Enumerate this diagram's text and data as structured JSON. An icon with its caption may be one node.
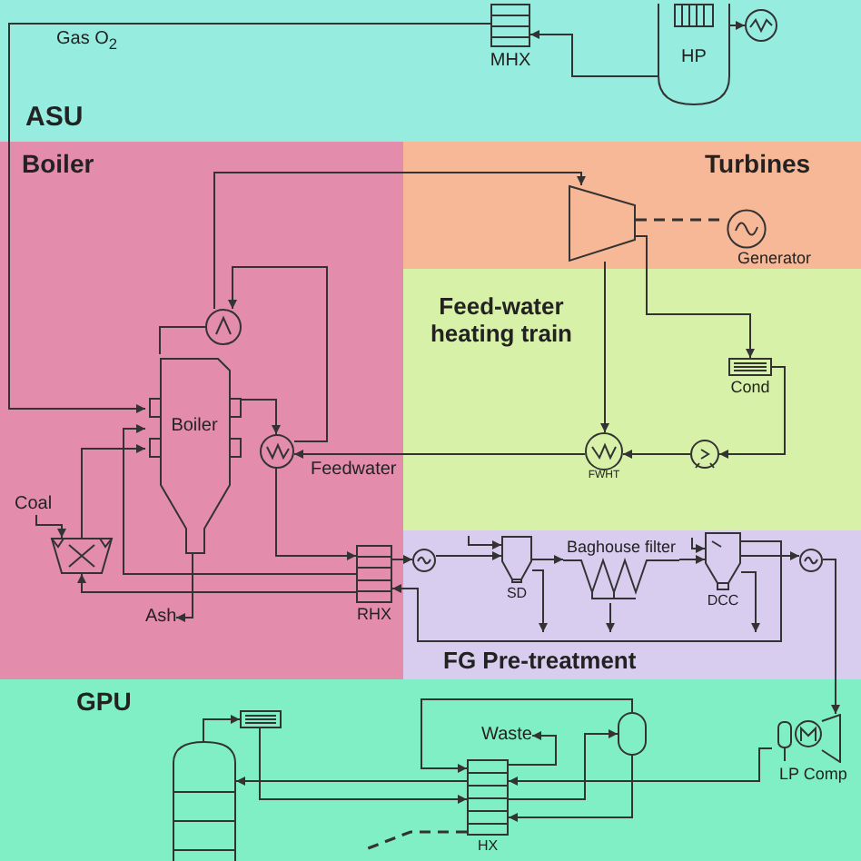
{
  "diagram": {
    "nodes": [
      {
        "text": [
          "ASU"
        ]
      },
      {
        "text": [
          "MHX"
        ],
        "in": 0
      },
      {
        "text": [
          "HP"
        ],
        "in": 0
      },
      {
        "text": [],
        "shape": "circle",
        "in": 0
      },
      {
        "text": [
          "Boiler"
        ]
      },
      {
        "text": [],
        "shape": "circle",
        "in": 4
      },
      {
        "text": [
          "Boiler"
        ],
        "in": 4
      },
      {
        "text": [],
        "shape": "circle",
        "in": 4
      },
      {
        "text": [
          "Coal"
        ],
        "in": 4
      },
      {
        "text": [],
        "shape": "trapezoid",
        "in": 4
      },
      {
        "text": [
          "Ash"
        ],
        "in": 4
      },
      {
        "text": [
          "RHX"
        ],
        "in": 4
      },
      {
        "text": [
          "Turbines"
        ]
      },
      {
        "text": [],
        "shape": "trapezoid",
        "in": 12
      },
      {
        "text": [
          "Generator"
        ],
        "in": 12
      },
      {
        "text": [
          "Feed-water heating train"
        ]
      },
      {
        "text": [
          "Cond"
        ],
        "in": 15
      },
      {
        "text": [
          "FWHT"
        ],
        "in": 15
      },
      {
        "text": [],
        "shape": "circle",
        "in": 15
      },
      {
        "text": [
          "FG Pre-treatment"
        ]
      },
      {
        "text": [],
        "shape": "circle",
        "in": 19
      },
      {
        "text": [
          "SD"
        ],
        "in": 19
      },
      {
        "text": [
          "Baghouse filter"
        ],
        "in": 19
      },
      {
        "text": [
          "DCC"
        ],
        "in": 19
      },
      {
        "text": [],
        "shape": "circle",
        "in": 19
      },
      {
        "text": [
          "GPU"
        ]
      },
      {
        "text": [],
        "shape": "box",
        "in": 25
      },
      {
        "text": [],
        "shape": "cylinder",
        "in": 25
      },
      {
        "text": [
          "Waste"
        ],
        "in": 25
      },
      {
        "text": [],
        "shape": "cylinder",
        "in": 25
      },
      {
        "text": [
          "HX"
        ],
        "in": 25
      },
      {
        "text": [
          "LP Comp"
        ],
        "in": 25
      }
    ],
    "edges": [
      {
        "from": 2,
        "to": 1,
        "arrow": "to"
      },
      {
        "from": 1,
        "to": 6,
        "arrow": "to",
        "label": "Gas O$_{2}$"
      },
      {
        "from": 2,
        "to": 3,
        "arrow": "to"
      },
      {
        "from": 8,
        "to": 9,
        "arrow": "to"
      },
      {
        "from": 9,
        "to": 6,
        "arrow": "to"
      },
      {
        "from": 6,
        "to": 10,
        "arrow": "to"
      },
      {
        "from": 6,
        "to": 5,
        "arrow": "none"
      },
      {
        "from": 6,
        "to": 7,
        "arrow": "to"
      },
      {
        "from": 7,
        "to": 5,
        "arrow": "to"
      },
      {
        "from": 5,
        "to": 13,
        "arrow": "to"
      },
      {
        "from": 17,
        "to": 7,
        "arrow": "to",
        "label": "Feedwater"
      },
      {
        "from": 7,
        "to": 11,
        "arrow": "to"
      },
      {
        "from": 11,
        "to": 9,
        "arrow": "to"
      },
      {
        "from": 11,
        "to": 6,
        "arrow": "to"
      },
      {
        "from": 11,
        "to": 20,
        "arrow": "to"
      },
      {
        "from": 13,
        "to": 14,
        "arrow": "none",
        "style": "dashed"
      },
      {
        "from": 13,
        "to": 16,
        "arrow": "to"
      },
      {
        "from": 13,
        "to": 17,
        "arrow": "to"
      },
      {
        "from": 16,
        "to": 18,
        "arrow": "to"
      },
      {
        "from": 18,
        "to": 17,
        "arrow": "to"
      },
      {
        "from": null,
        "to": 21,
        "arrow": "to"
      },
      {
        "from": 20,
        "to": 21,
        "arrow": "to"
      },
      {
        "from": 21,
        "to": 22,
        "arrow": "to"
      },
      {
        "from": 21,
        "to": null,
        "arrow": "to"
      },
      {
        "from": 22,
        "to": null,
        "arrow": "to"
      },
      {
        "from": 22,
        "to": 23,
        "arrow": "to"
      },
      {
        "from": null,
        "to": 23,
        "arrow": "to"
      },
      {
        "from": 23,
        "to": null,
        "arrow": "to"
      },
      {
        "from": 23,
        "to": 24,
        "arrow": "to"
      },
      {
        "from": 23,
        "to": 11,
        "arrow": "to"
      },
      {
        "from": 24,
        "to": 31,
        "arrow": "to"
      },
      {
        "from": 31,
        "to": 30,
        "arrow": "to"
      },
      {
        "from": 30,
        "to": 27,
        "arrow": "to"
      },
      {
        "from": 27,
        "to": 26,
        "arrow": "to"
      },
      {
        "from": 26,
        "to": 30,
        "arrow": "to"
      },
      {
        "from": 30,
        "to": 29,
        "arrow": "to"
      },
      {
        "from": 29,
        "to": 30,
        "arrow": "to"
      },
      {
        "from": 29,
        "to": 30,
        "arrow": "to"
      },
      {
        "from": 30,
        "to": 28,
        "arrow": "to"
      },
      {
        "from": 30,
        "to": null,
        "arrow": "none",
        "style": "dashed"
      }
    ]
  }
}
